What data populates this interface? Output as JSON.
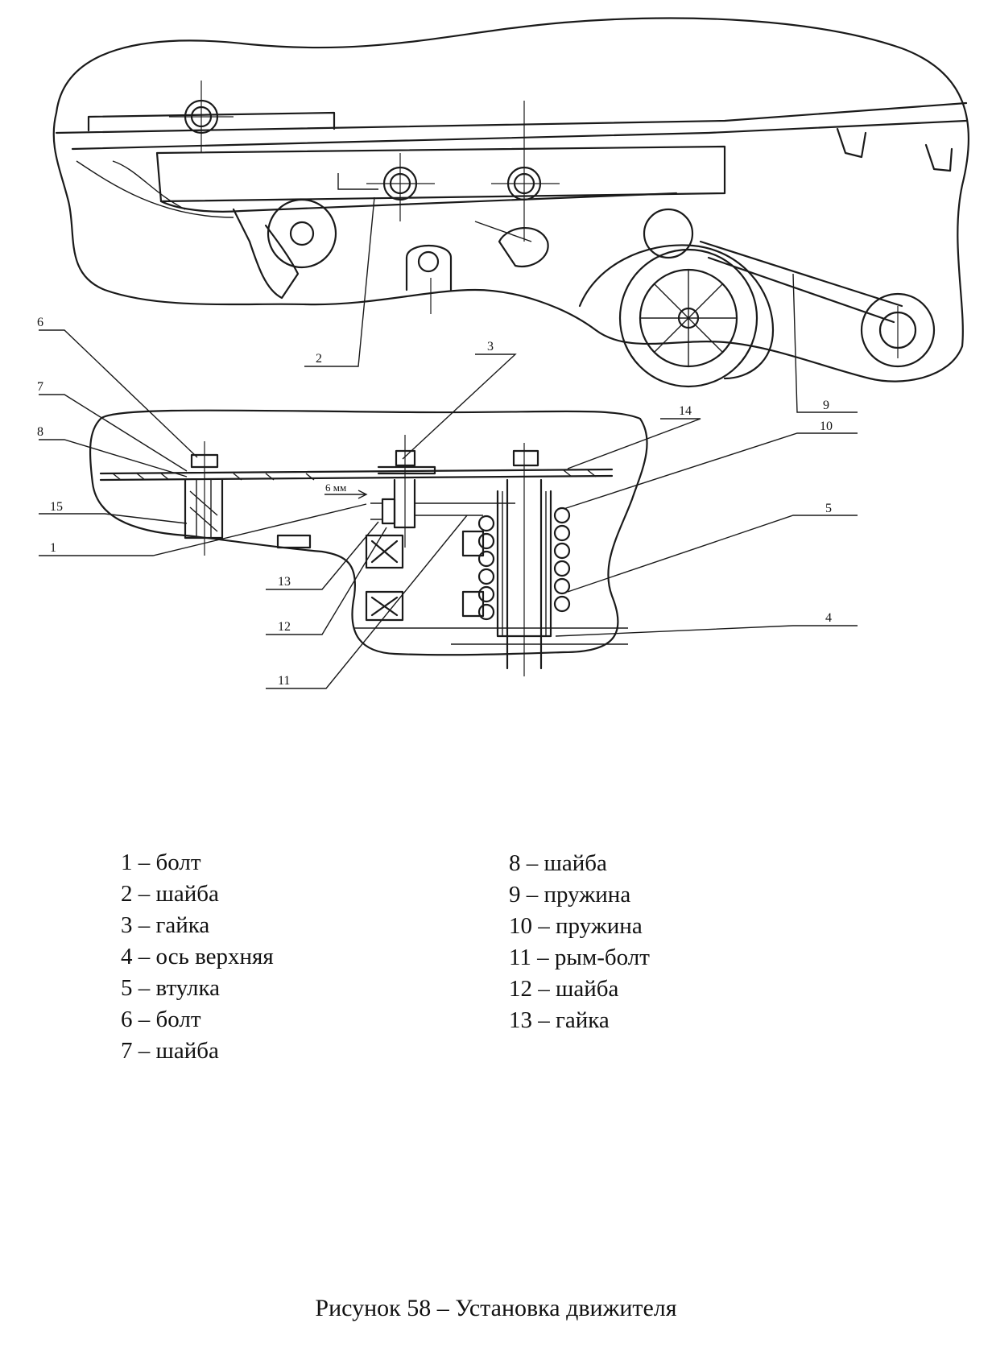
{
  "dimension_label": "6 мм",
  "callouts": [
    "1",
    "2",
    "3",
    "4",
    "5",
    "6",
    "7",
    "8",
    "9",
    "10",
    "11",
    "12",
    "13",
    "14",
    "15"
  ],
  "legend": [
    "1 – болт",
    "2 – шайба",
    "3 – гайка",
    "4 – ось верхняя",
    "5 – втулка",
    "6 – болт",
    "7 – шайба",
    "8 – шайба",
    "9 – пружина",
    "10 – пружина",
    "11 – рым-болт",
    "12 – шайба",
    "13 – гайка"
  ],
  "caption": "Рисунок 58 – Установка движителя"
}
